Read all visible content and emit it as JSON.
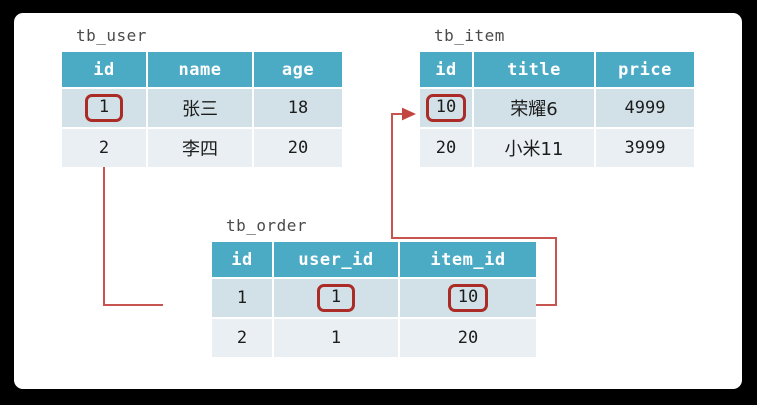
{
  "canvas": {
    "background": "#000000",
    "card_background": "#ffffff"
  },
  "theme": {
    "header_color": "#4cabc4",
    "row_odd_color": "#d2e1e7",
    "row_even_color": "#e9eff2",
    "highlight_box_color": "#ab2b26",
    "connector_color": "#c85450",
    "title_color": "#4a4a4a",
    "text_color": "#1c1c1c"
  },
  "tables": {
    "user": {
      "title": "tb_user",
      "columns": [
        "id",
        "name",
        "age"
      ],
      "rows": [
        {
          "id": "1",
          "name": "张三",
          "age": "18"
        },
        {
          "id": "2",
          "name": "李四",
          "age": "20"
        }
      ],
      "highlighted": [
        "r0.id"
      ]
    },
    "item": {
      "title": "tb_item",
      "columns": [
        "id",
        "title",
        "price"
      ],
      "rows": [
        {
          "id": "10",
          "title": "荣耀6",
          "price": "4999"
        },
        {
          "id": "20",
          "title": "小米11",
          "price": "3999"
        }
      ],
      "highlighted": [
        "r0.id"
      ]
    },
    "order": {
      "title": "tb_order",
      "columns": [
        "id",
        "user_id",
        "item_id"
      ],
      "rows": [
        {
          "id": "1",
          "user_id": "1",
          "item_id": "10"
        },
        {
          "id": "2",
          "user_id": "1",
          "item_id": "20"
        }
      ],
      "highlighted": [
        "r0.user_id",
        "r0.item_id"
      ]
    }
  },
  "relations": [
    {
      "name": "order-user-id-to-user-id",
      "from": "tb_order.user_id=1",
      "to": "tb_user.id=1"
    },
    {
      "name": "order-item-id-to-item-id",
      "from": "tb_order.item_id=10",
      "to": "tb_item.id=10"
    }
  ]
}
